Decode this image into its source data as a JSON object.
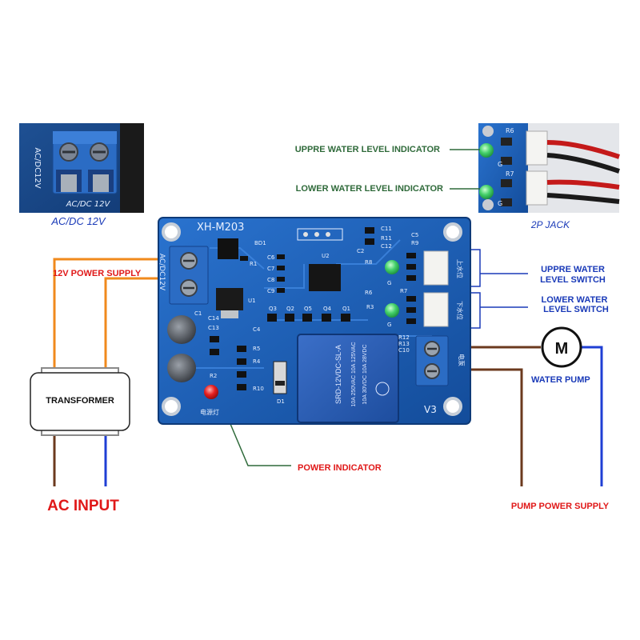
{
  "board": {
    "model": "XH-M203",
    "power_label": "AC/DC12V",
    "pump_label": "电泵",
    "relay_text_1": "SRD-12VDC-SL-A",
    "relay_text_2": "10A 250VAC  10A 125VAC",
    "relay_text_3": "10A 30VDC  10A 28VDC",
    "v3_label": "V3",
    "upper_jack_label": "上水位",
    "lower_jack_label": "下水位",
    "power_led_label": "电源灯",
    "components": {
      "bd1": "BD1",
      "r1": "R1",
      "u1": "U1",
      "u2": "U2",
      "c1": "C1",
      "c14": "C14",
      "c13": "C13",
      "c4": "C4",
      "c6": "C6",
      "c7": "C7",
      "c8": "C8",
      "c9": "C9",
      "c2": "C2",
      "r2": "R2",
      "r3": "R3",
      "r4": "R4",
      "r5": "R5",
      "r10": "R10",
      "q1": "Q1",
      "q2": "Q2",
      "q3": "Q3",
      "q4": "Q4",
      "q5": "Q5",
      "d1": "D1",
      "r8": "R8",
      "r6": "R6",
      "g_top": "G",
      "g_bottom": "G",
      "c5": "C5",
      "r9": "R9",
      "r7": "R7",
      "r12": "R12",
      "r13": "R13",
      "c10": "C10",
      "c11": "C11",
      "r11": "R11",
      "c12": "C12"
    }
  },
  "inset_left": {
    "caption": "AC/DC 12V",
    "silk": "AC/DC12V"
  },
  "inset_right": {
    "caption": "2P JACK",
    "g1": "G",
    "g2": "G",
    "r6": "R6",
    "r7": "R7"
  },
  "labels": {
    "upper_indicator": "UPPRE WATER LEVEL INDICATOR",
    "lower_indicator": "LOWER WATER LEVEL INDICATOR",
    "power_supply_12v": "12V POWER SUPPLY",
    "upper_switch_line1": "UPPRE WATER",
    "upper_switch_line2": "LEVEL SWITCH",
    "lower_switch_line1": "LOWER WATER",
    "lower_switch_line2": "LEVEL SWITCH",
    "transformer": "TRANSFORMER",
    "water_pump": "WATER PUMP",
    "motor_symbol": "M",
    "power_indicator": "POWER INDICATOR",
    "ac_input": "AC INPUT",
    "pump_power_supply": "PUMP POWER SUPPLY"
  },
  "colors": {
    "pcb": "#1c5fb5",
    "label_green": "#2f6a3a",
    "label_blue": "#1a3ab8",
    "label_red": "#e01818",
    "wire_orange": "#f08a1c",
    "wire_brown": "#6b3a1e",
    "wire_blue": "#1f3fd4",
    "terminal_blue": "#2b6cc4"
  }
}
